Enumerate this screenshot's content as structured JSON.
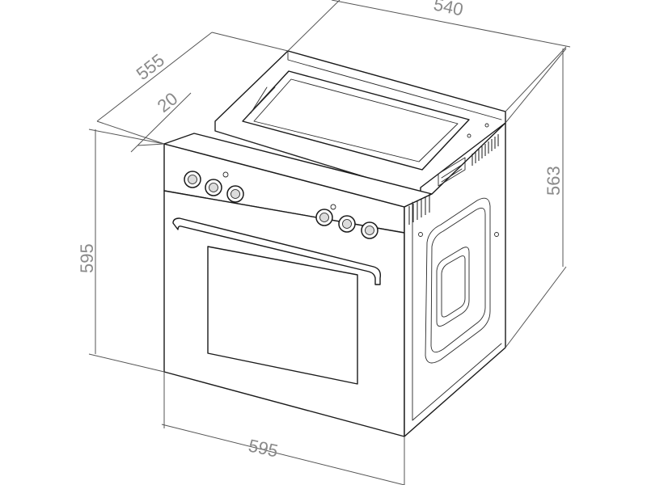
{
  "dimensions": {
    "top_depth": "540",
    "side_depth": "555",
    "front_offset": "20",
    "height_left": "595",
    "height_right": "563",
    "width_bottom": "595"
  },
  "colors": {
    "line": "#1a1a1a",
    "dimension_text": "#8a8a8a",
    "dimension_line": "#555555"
  }
}
